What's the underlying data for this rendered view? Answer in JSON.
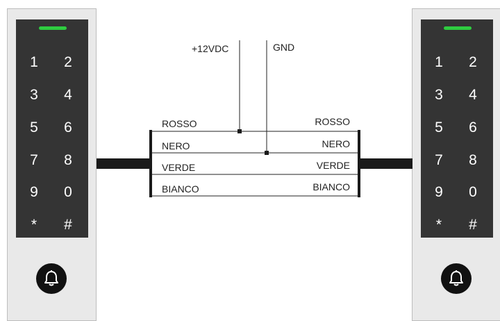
{
  "keypads": {
    "keys": [
      [
        "1",
        "2"
      ],
      [
        "3",
        "4"
      ],
      [
        "5",
        "6"
      ],
      [
        "7",
        "8"
      ],
      [
        "9",
        "0"
      ],
      [
        "*",
        "#"
      ]
    ]
  },
  "power": {
    "positive_label": "+12VDC",
    "ground_label": "GND"
  },
  "wires": [
    {
      "left": "ROSSO",
      "right": "ROSSO"
    },
    {
      "left": "NERO",
      "right": "NERO"
    },
    {
      "left": "VERDE",
      "right": "VERDE"
    },
    {
      "left": "BIANCO",
      "right": "BIANCO"
    }
  ],
  "colors": {
    "panel": "#343434",
    "housing": "#e9e9e9",
    "led": "#2ecc40",
    "cable": "#1a1a1a"
  },
  "icons": {
    "doorbell": "bell-icon"
  }
}
